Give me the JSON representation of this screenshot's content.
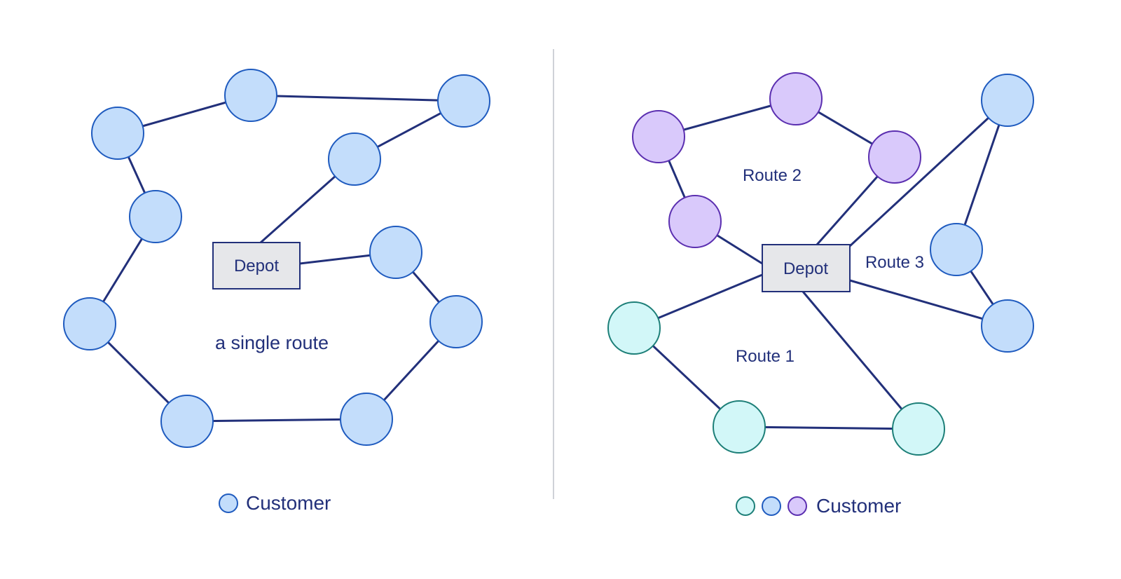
{
  "left_panel": {
    "depot_label": "Depot",
    "route_caption": "a single route",
    "legend_label": "Customer"
  },
  "right_panel": {
    "depot_label": "Depot",
    "route_1_label": "Route 1",
    "route_2_label": "Route 2",
    "route_3_label": "Route 3",
    "legend_label": "Customer"
  },
  "colors": {
    "edge": "#22307a",
    "customer_blue": "#c3ddfb",
    "customer_purple": "#d9c9fb",
    "customer_teal": "#d2f7f8",
    "depot_fill": "#e6e7ea"
  }
}
